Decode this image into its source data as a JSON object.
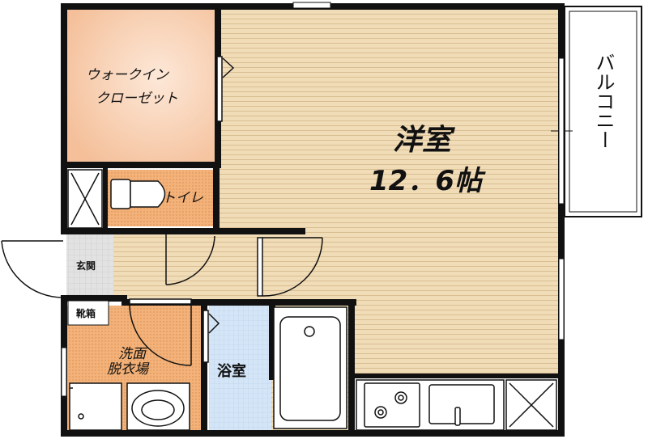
{
  "rooms": {
    "closet_line1": "ウォークイン",
    "closet_line2": "クローゼット",
    "toilet": "トイレ",
    "western_name": "洋室",
    "western_size": "12．6帖",
    "balcony": "バルコニー",
    "entrance": "玄関",
    "shoe_box": "靴箱",
    "washroom_line1": "洗面",
    "washroom_line2": "脱衣場",
    "bath": "浴室"
  },
  "colors": {
    "wall": "#111111",
    "floor_wood": "#f1dcb8",
    "floor_wood_line": "#d8be92",
    "closet": "#f6c8a6",
    "toilet": "#f3b67c",
    "bath": "#cfe2f6",
    "entrance_tile": "#dcdcdc"
  }
}
